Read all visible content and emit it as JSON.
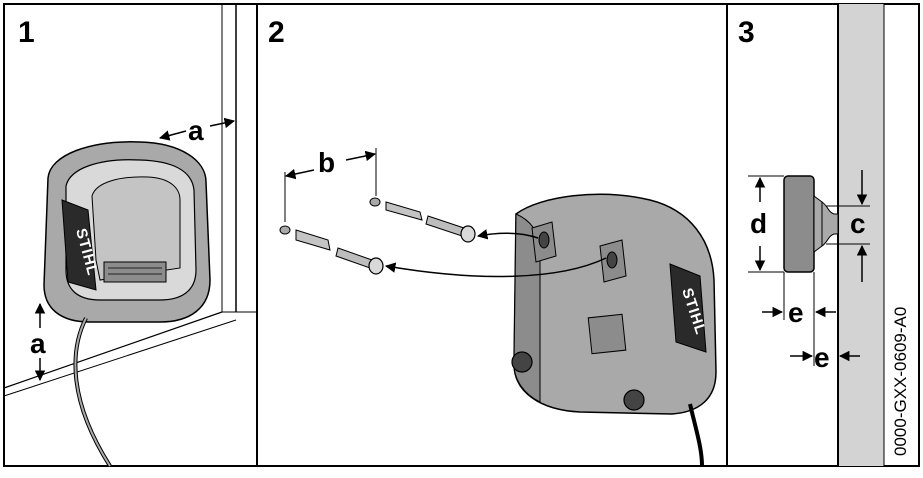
{
  "panels": [
    {
      "number": "1"
    },
    {
      "number": "2"
    },
    {
      "number": "3"
    }
  ],
  "dimensions": {
    "a_top": "a",
    "a_left": "a",
    "b": "b",
    "c": "c",
    "d": "d",
    "e_upper": "e",
    "e_lower": "e"
  },
  "brand_front": "STIHL",
  "brand_back": "STIHL",
  "figure_code": "0000-GXX-0609-A0",
  "colors": {
    "device_body": "#a9a9a9",
    "device_dark": "#8c8c8c",
    "wall_strip": "#d3d3d3",
    "ink": "#000000"
  }
}
